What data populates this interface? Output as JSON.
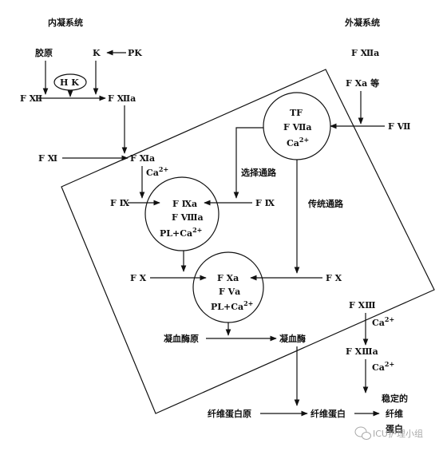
{
  "headers": {
    "intrinsic": "内凝系统",
    "extrinsic": "外凝系统"
  },
  "intrinsic": {
    "collagen": "胶原",
    "k": "K",
    "pk": "PK",
    "hk": "H K",
    "f12": "F Ⅻ",
    "f12a": "F Ⅻa",
    "f11": "F Ⅺ",
    "f11a": "F Ⅺa",
    "ca": "Ca",
    "f9_left": "F Ⅸ",
    "f9_right": "F Ⅸ"
  },
  "extrinsic": {
    "f12a": "F Ⅻa",
    "f10a_etc": "F Ⅹa 等",
    "f7": "F  Ⅶ"
  },
  "tf_complex": {
    "tf": "TF",
    "f7a": "F Ⅶa",
    "ca": "Ca"
  },
  "tenase": {
    "f9a": "F Ⅸa",
    "f8a": "F Ⅷa",
    "pl_ca": "PL+Ca"
  },
  "paths": {
    "alternative": "选择通路",
    "traditional": "传统通路"
  },
  "prothrombinase": {
    "f10_left": "F Ⅹ",
    "f10_right": "F Ⅹ",
    "f10a": "F Ⅹa",
    "f5a": "F Ⅴa",
    "pl_ca": "PL+Ca"
  },
  "thrombin": {
    "prothrombin": "凝血酶原",
    "thrombin": "凝血酶"
  },
  "fibrin": {
    "fibrinogen": "纤维蛋白原",
    "fibrin": "纤维蛋白",
    "stable_1": "稳定的",
    "stable_2": "纤维",
    "stable_3": "蛋白"
  },
  "f13": {
    "f13": "F ⅩⅢ",
    "ca": "Ca",
    "f13a": "F ⅩⅢa",
    "ca2": "Ca"
  },
  "superscript": "2+",
  "watermark": {
    "text": "ICU护理小组"
  }
}
